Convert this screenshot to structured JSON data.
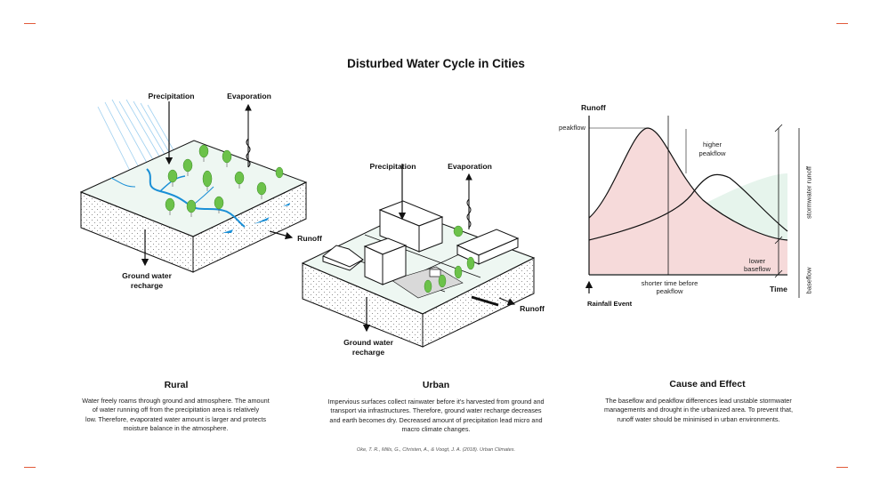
{
  "title": "Disturbed Water Cycle in Cities",
  "rural": {
    "precipitation": "Precipitation",
    "evaporation": "Evaporation",
    "runoff": "Runoff",
    "groundwater": [
      "Ground water",
      "recharge"
    ],
    "heading": "Rural",
    "paragraph_lines": [
      "Water freely roams through ground and atmosphere. The amount",
      "of water running off from the precipitation area is relatively",
      "low. Therefore, evaporated water amount is larger and protects",
      "moisture balance in the atmosphere."
    ]
  },
  "urban": {
    "precipitation": "Precipitation",
    "evaporation": "Evaporation",
    "runoff": "Runoff",
    "groundwater": [
      "Ground water",
      "recharge"
    ],
    "heading": "Urban",
    "paragraph_lines": [
      "Impervious surfaces collect rainwater before it's harvested from ground and",
      "transport via infrastructures. Therefore, ground water recharge decreases",
      "and earth becomes dry. Decreased amount of precipitation lead micro and",
      "macro climate changes."
    ]
  },
  "cause": {
    "heading": "Cause and Effect",
    "paragraph_lines": [
      "The baseflow and peakflow differences lead unstable stormwater",
      "managements and drought in the urbanized area. To prevent that,",
      "runoff water should be minimised in urban environments."
    ]
  },
  "hydrograph": {
    "y_label": "Runoff",
    "x_label": "Time",
    "peakflow": "peakflow",
    "higher_peakflow": [
      "higher",
      "peakflow"
    ],
    "lower_baseflow": [
      "lower",
      "baseflow"
    ],
    "shorter_time": [
      "shorter time before",
      "peakflow"
    ],
    "rainfall_event": "Rainfall Event",
    "stormwater_runoff": "stormwater runoff",
    "baseflow": "baseflow"
  },
  "citation": "Oke, T. R., Mills, G., Christen, A., & Voogt, J. A. (2018). Urban Climates.",
  "colors": {
    "water": "#1a8fd6",
    "ground_fill": "#eef7f2",
    "tree": "#6cc24a",
    "urban_curve_fill": "#f6dada",
    "rural_curve_fill": "#e6f4ec",
    "corner_mark": "#e25a3a"
  }
}
